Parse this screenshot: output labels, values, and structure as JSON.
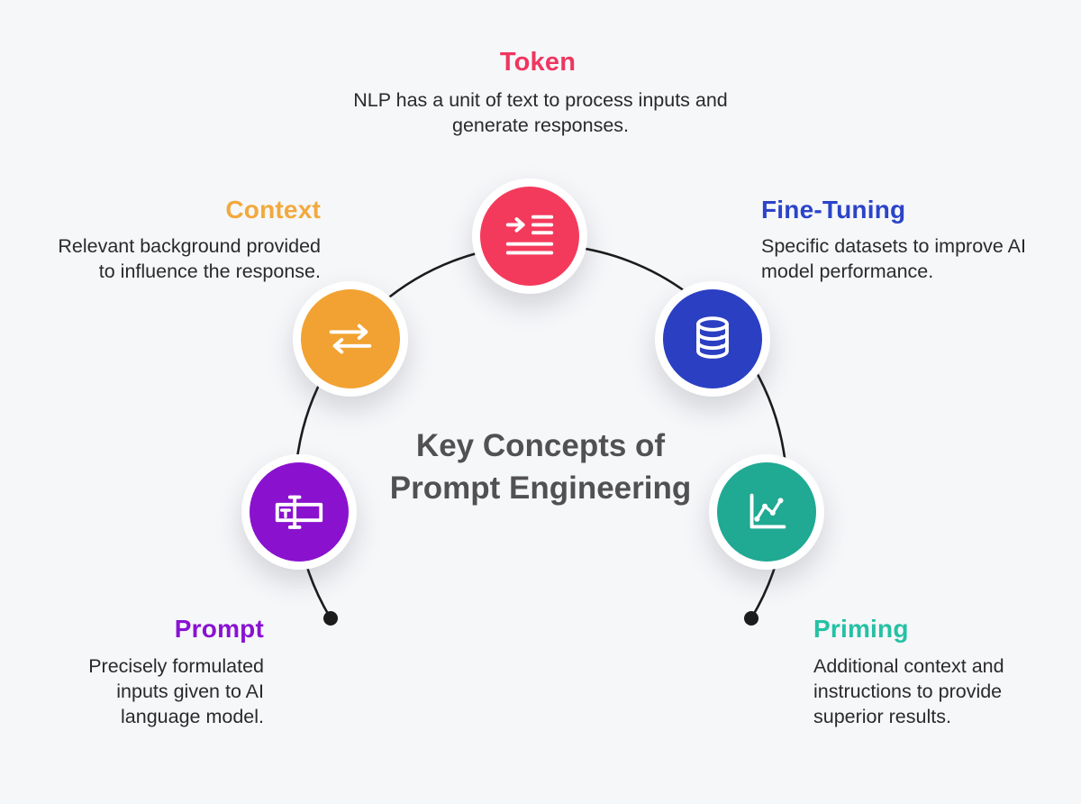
{
  "title": "Key Concepts of\nPrompt Engineering",
  "title_color": "#515154",
  "background_color": "#f6f7f9",
  "body_text_color": "#2a2a2d",
  "arc": {
    "color": "#1c1c1c",
    "endpoint_dot_color": "#1c1c1c"
  },
  "concepts": [
    {
      "label": "Token",
      "description": "NLP has a unit of text to process inputs and\ngenerate responses.",
      "accent_color": "#ef3660",
      "circle_color": "#f43a5c",
      "icon": "text-indent-icon"
    },
    {
      "label": "Context",
      "description": "Relevant background provided\nto influence the response.",
      "accent_color": "#f2a93c",
      "circle_color": "#f2a232",
      "icon": "swap-arrows-icon"
    },
    {
      "label": "Fine-Tuning",
      "description": "Specific datasets to improve AI\nmodel performance.",
      "accent_color": "#2b44c8",
      "circle_color": "#2a3fc2",
      "icon": "database-icon"
    },
    {
      "label": "Prompt",
      "description": "Precisely formulated\ninputs given to AI\nlanguage model.",
      "accent_color": "#8912d2",
      "circle_color": "#8a12ce",
      "icon": "text-field-cursor-icon"
    },
    {
      "label": "Priming",
      "description": "Additional context and\ninstructions to provide\nsuperior results.",
      "accent_color": "#25c1a4",
      "circle_color": "#20a993",
      "icon": "line-chart-icon"
    }
  ]
}
